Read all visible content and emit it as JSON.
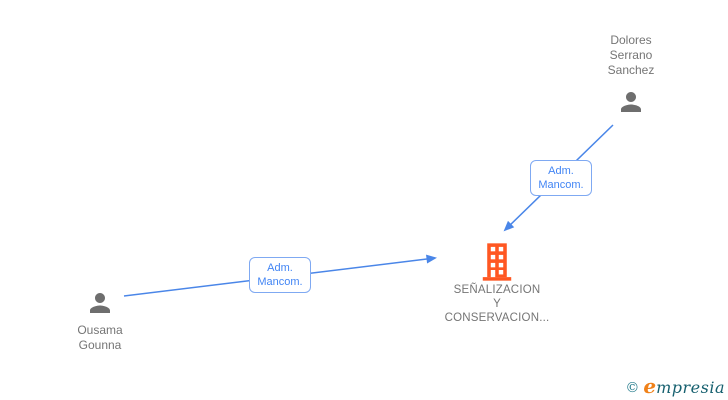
{
  "canvas": {
    "background": "#ffffff"
  },
  "palette": {
    "edge_blue": "#4a86e8",
    "edge_label_border_blue": "#7fa9f2",
    "edge_label_text_blue": "#4285f4",
    "node_text_gray": "#757575",
    "person_icon_gray": "#6e6e6e",
    "building_orange": "#ff5722",
    "logo_teal": "#2a7f8f",
    "logo_dark_teal": "#16606f",
    "logo_orange": "#f08119"
  },
  "graph": {
    "persons": [
      {
        "name_lines": [
          "Dolores",
          "Serrano",
          "Sanchez"
        ]
      },
      {
        "name_lines": [
          "Ousama",
          "Gounna"
        ]
      }
    ],
    "company": {
      "name_lines": [
        "SEÑALIZACION",
        "Y",
        "CONSERVACION..."
      ]
    },
    "edges": [
      {
        "label_lines": [
          "Adm.",
          "Mancom."
        ]
      },
      {
        "label_lines": [
          "Adm.",
          "Mancom."
        ]
      }
    ]
  },
  "watermark": {
    "copyright": "©",
    "brand_first_letter": "e",
    "brand_rest": "mpresia"
  }
}
